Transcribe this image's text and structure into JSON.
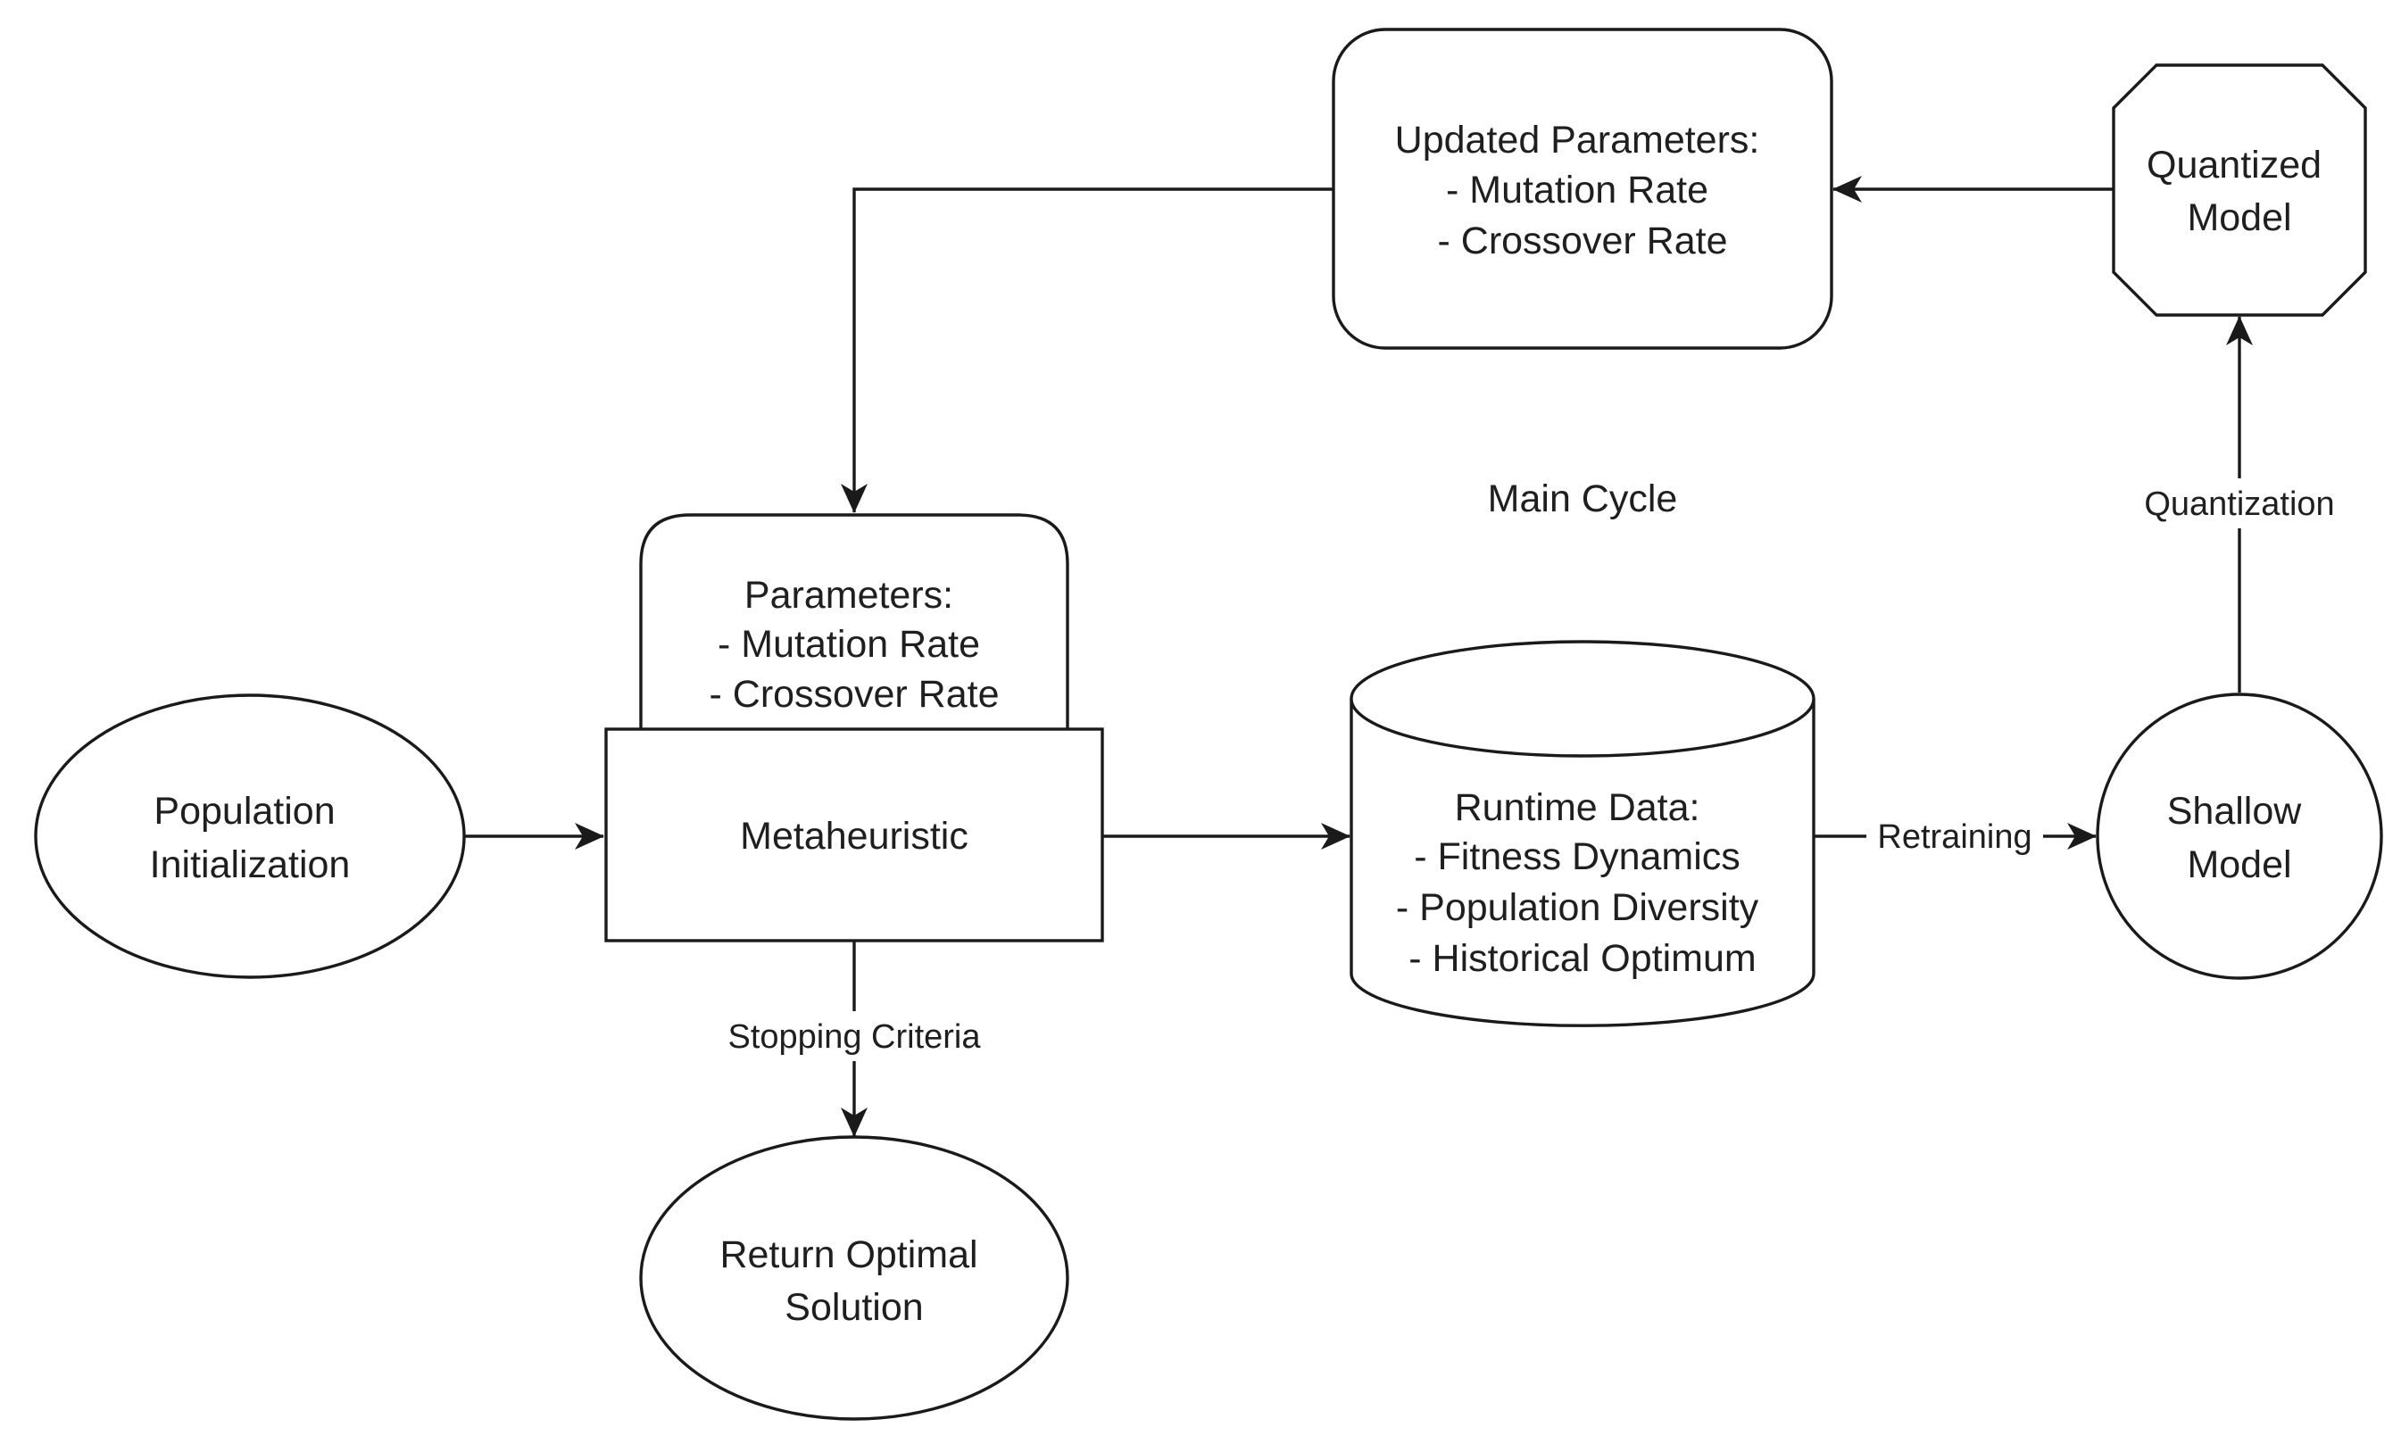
{
  "nodes": {
    "population_init": {
      "lines": [
        "Population",
        "Initialization"
      ]
    },
    "parameters": {
      "lines": [
        "Parameters:",
        "- Mutation Rate",
        "- Crossover Rate"
      ]
    },
    "metaheuristic": {
      "lines": [
        "Metaheuristic"
      ]
    },
    "runtime_data": {
      "lines": [
        "Runtime Data:",
        "- Fitness Dynamics",
        "- Population Diversity",
        "- Historical Optimum"
      ]
    },
    "shallow_model": {
      "lines": [
        "Shallow",
        "Model"
      ]
    },
    "quantized_model": {
      "lines": [
        "Quantized",
        "Model"
      ]
    },
    "updated_parameters": {
      "lines": [
        "Updated Parameters:",
        "- Mutation Rate",
        "- Crossover Rate"
      ]
    },
    "return_optimal": {
      "lines": [
        "Return Optimal",
        "Solution"
      ]
    }
  },
  "labels": {
    "main_cycle": "Main Cycle",
    "stopping_criteria": "Stopping Criteria",
    "retraining": "Retraining",
    "quantization": "Quantization"
  }
}
